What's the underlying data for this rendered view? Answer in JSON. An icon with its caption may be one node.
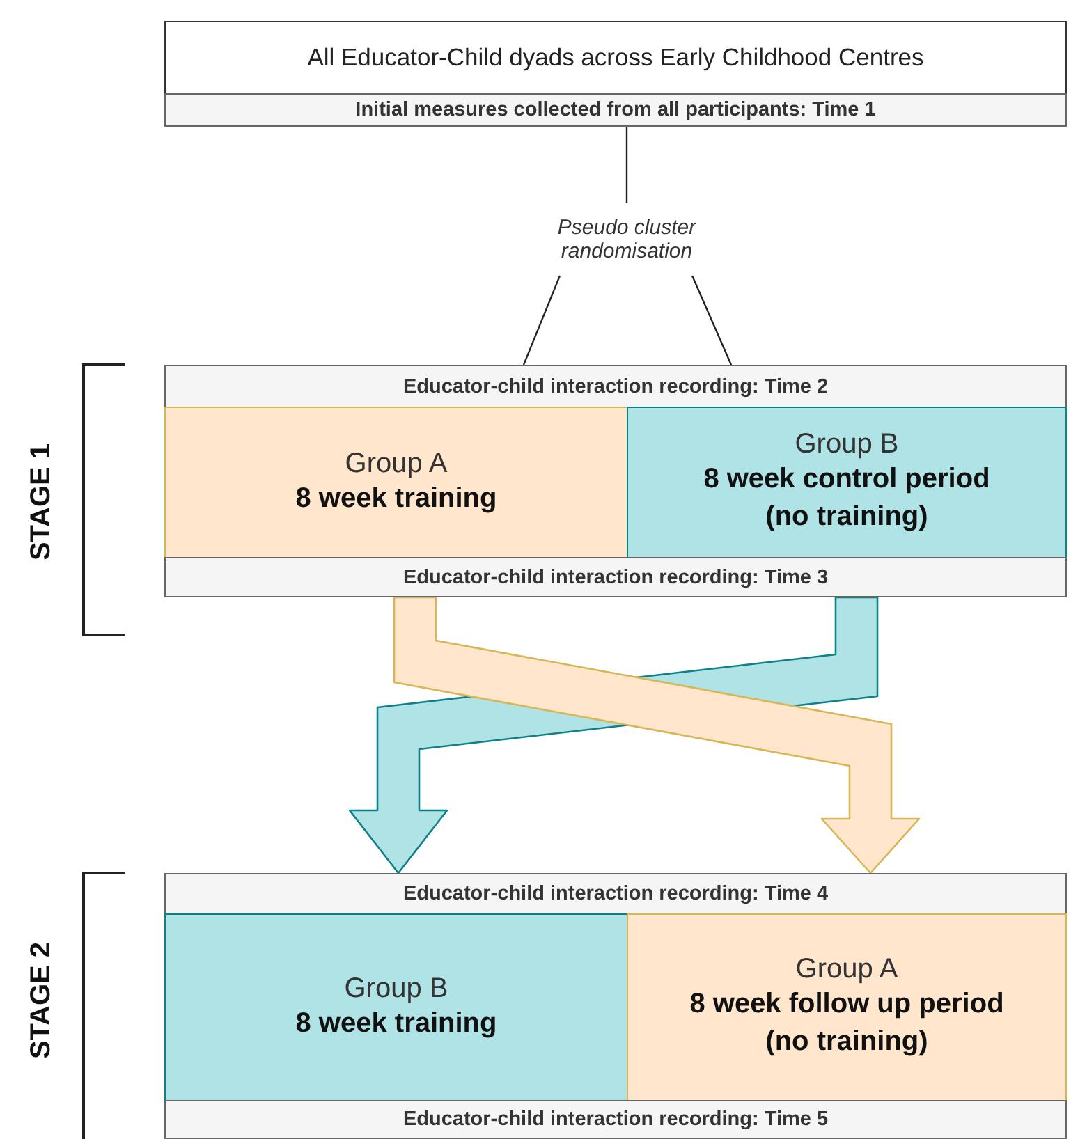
{
  "diagram": {
    "nodes": [
      {
        "text": [
          "All Educator-Child dyads across Early Childhood Centres"
        ]
      },
      {
        "text": [
          "Initial measures collected from all participants: Time 1"
        ]
      },
      {
        "text": [
          "Pseudo cluster randomisation"
        ]
      },
      {
        "text": [
          "Educator-child interaction recording: Time 2"
        ]
      },
      {
        "text": [
          "Group A",
          "8 week training"
        ]
      },
      {
        "text": [
          "Group B",
          "8 week control period (no training)"
        ]
      },
      {
        "text": [
          "Educator-child interaction recording: Time 3"
        ]
      },
      {
        "text": [
          "Educator-child interaction recording: Time 4"
        ]
      },
      {
        "text": [
          "Group B",
          "8 week training"
        ]
      },
      {
        "text": [
          "Group A",
          "8 week follow up period (no training)"
        ]
      },
      {
        "text": [
          "Educator-child interaction recording: Time 5"
        ]
      }
    ],
    "edges": [
      {
        "from": 1,
        "to": 2,
        "arrow": "none"
      },
      {
        "from": 2,
        "to": 3,
        "arrow": "none"
      },
      {
        "from": 2,
        "to": 3,
        "arrow": "none"
      },
      {
        "from": 6,
        "to": 7,
        "arrow": "to",
        "style": "thick",
        "color": "#b0e3e6"
      },
      {
        "from": 6,
        "to": 7,
        "arrow": "to",
        "style": "thick",
        "color": "#ffe6cc"
      }
    ],
    "labels": [
      "STAGE 1",
      "STAGE 2"
    ]
  }
}
